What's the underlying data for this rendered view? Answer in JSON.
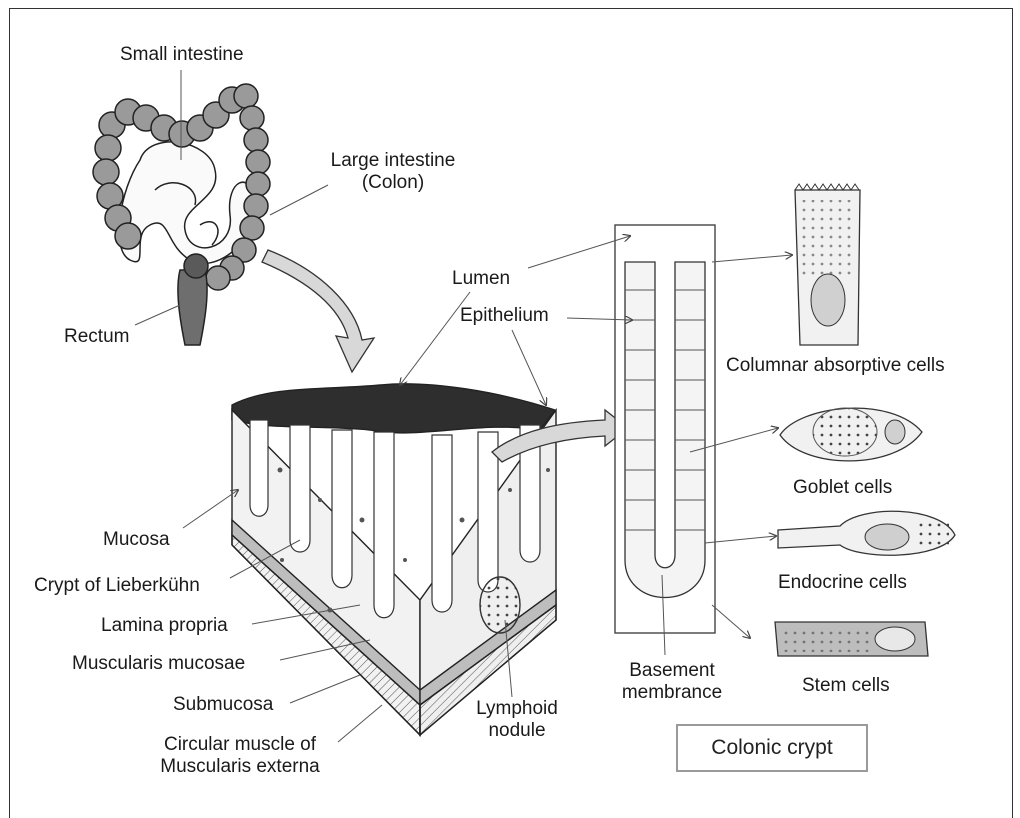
{
  "colors": {
    "ink": "#1a1a1a",
    "frame": "#333333",
    "caption_border": "#9a9a9a",
    "tissue_dark": "#2b2b2b",
    "tissue_mid": "#8a8a8a",
    "tissue_light": "#e6e6e6",
    "arrow_fill": "#dcdcdc"
  },
  "labels": {
    "small_intestine": "Small intestine",
    "large_intestine_line1": "Large intestine",
    "large_intestine_line2": "(Colon)",
    "rectum": "Rectum",
    "lumen": "Lumen",
    "epithelium": "Epithelium",
    "mucosa": "Mucosa",
    "crypt": "Crypt of Lieberkühn",
    "lamina_propria": "Lamina propria",
    "muscularis_mucosae": "Muscularis mucosae",
    "submucosa": "Submucosa",
    "circular_muscle_line1": "Circular muscle of",
    "circular_muscle_line2": "Muscularis externa",
    "lymphoid_line1": "Lymphoid",
    "lymphoid_line2": "nodule",
    "basement_line1": "Basement",
    "basement_line2": "membrance",
    "columnar": "Columnar absorptive cells",
    "goblet": "Goblet cells",
    "endocrine": "Endocrine cells",
    "stem": "Stem cells"
  },
  "caption": "Colonic crypt"
}
